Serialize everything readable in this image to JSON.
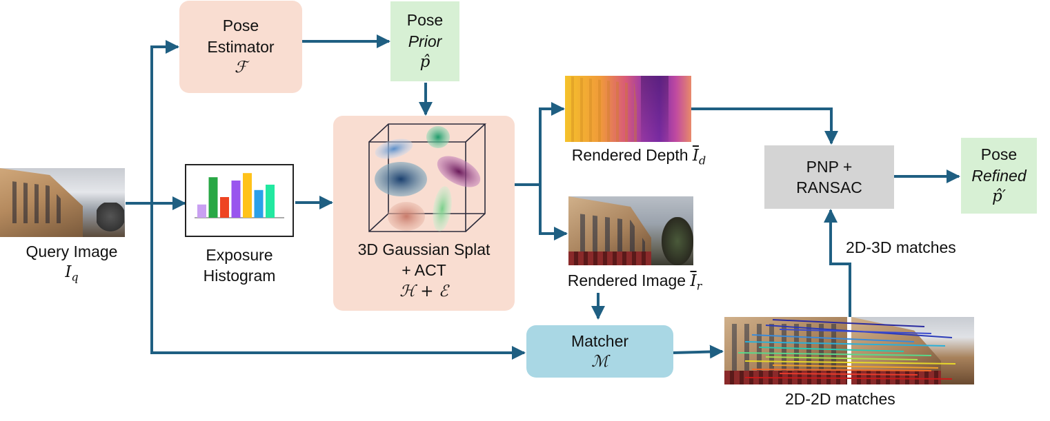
{
  "pose_estimator": {
    "line1": "Pose",
    "line2": "Estimator",
    "symbol": "ℱ"
  },
  "pose_prior": {
    "line1": "Pose",
    "line2": "Prior",
    "symbol": "p̂"
  },
  "gaussian_splat": {
    "line1": "3D Gaussian Splat",
    "line2": "+ ACT",
    "symbol": "ℋ +  ℰ"
  },
  "query_image": {
    "label": "Query Image",
    "symbol_base": "I",
    "symbol_sub": "q"
  },
  "histogram": {
    "line1": "Exposure",
    "line2": "Histogram",
    "bars": [
      {
        "value": 0.32,
        "color": "#c9a0f2"
      },
      {
        "value": 0.98,
        "color": "#28a745"
      },
      {
        "value": 0.5,
        "color": "#ee4422"
      },
      {
        "value": 0.9,
        "color": "#9955ee"
      },
      {
        "value": 1.08,
        "color": "#ffc21a"
      },
      {
        "value": 0.67,
        "color": "#2ba0e8"
      },
      {
        "value": 0.8,
        "color": "#22e8a0"
      }
    ]
  },
  "rendered_depth": {
    "label": "Rendered Depth",
    "symbol_base": "I",
    "symbol_sub": "d"
  },
  "rendered_image": {
    "label": "Rendered Image",
    "symbol_base": "I",
    "symbol_sub": "r"
  },
  "pnp": {
    "line1": "PNP +",
    "line2": "RANSAC"
  },
  "pose_refined": {
    "line1": "Pose",
    "line2": "Refined",
    "symbol": "p̂′"
  },
  "matcher": {
    "line1": "Matcher",
    "symbol": "ℳ"
  },
  "matches_3d": {
    "label": "2D-3D matches"
  },
  "matches_2d": {
    "label": "2D-2D matches"
  },
  "colors": {
    "arrow": "#1f5f82",
    "salmon": "#f9ddd1",
    "green": "#d7f0d4",
    "blue": "#a9d7e4",
    "gray": "#d4d4d4"
  }
}
